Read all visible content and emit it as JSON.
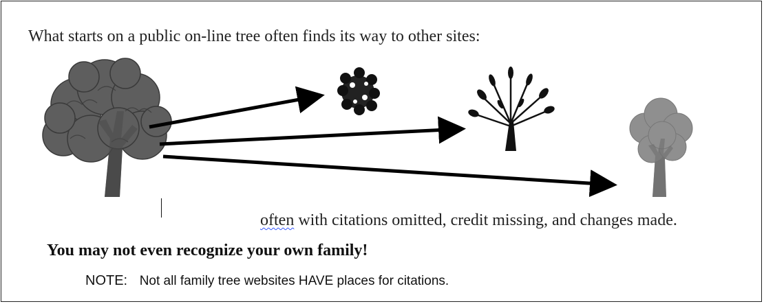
{
  "headline": "What starts on a public on-line tree often finds its way to other sites:",
  "caption": {
    "first_word": "often",
    "rest": " with citations omitted, credit missing, and changes made."
  },
  "warning": "You may not even recognize your own family!",
  "note": {
    "label": "NOTE:",
    "text": "Not all family tree websites HAVE places for citations."
  },
  "illustration": {
    "source_tree_icon": "large-leafy-tree-icon",
    "target_tree_icons": [
      "flower-cluster-tree-icon",
      "sparse-branch-tree-icon",
      "faded-tree-icon"
    ],
    "arrow_color": "#000000",
    "tree_color": "#555555",
    "faded_tree_color": "#8a8a8a"
  }
}
